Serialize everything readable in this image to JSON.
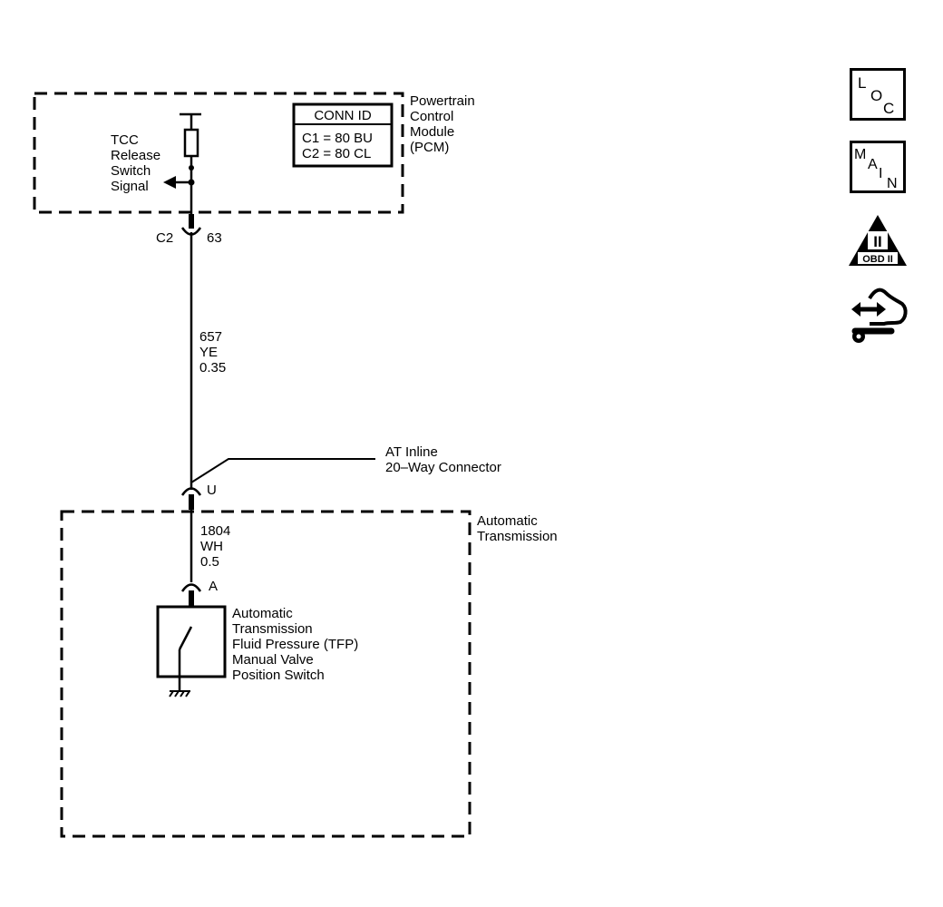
{
  "pcm": {
    "label_lines": [
      "Powertrain",
      "Control",
      "Module",
      "(PCM)"
    ],
    "signal_lines": [
      "TCC",
      "Release",
      "Switch",
      "Signal"
    ],
    "conn_id": {
      "title": "CONN ID",
      "line1": "C1 = 80 BU",
      "line2": "C2 = 80 CL"
    },
    "connector": "C2",
    "pin": "63"
  },
  "wire_top": {
    "circuit": "657",
    "color": "YE",
    "gauge": "0.35"
  },
  "inline_connector": {
    "label_lines": [
      "AT Inline",
      "20–Way Connector"
    ],
    "pin": "U"
  },
  "transmission": {
    "label_lines": [
      "Automatic",
      "Transmission"
    ]
  },
  "wire_bottom": {
    "circuit": "1804",
    "color": "WH",
    "gauge": "0.5"
  },
  "switch": {
    "pin": "A",
    "label_lines": [
      "Automatic",
      "Transmission",
      "Fluid Pressure (TFP)",
      "Manual Valve",
      "Position Switch"
    ]
  },
  "nav_icons": {
    "loc": [
      "L",
      "O",
      "C"
    ],
    "main": [
      "M",
      "A",
      "I",
      "N"
    ],
    "obd": {
      "numeral": "II",
      "label": "OBD II"
    }
  }
}
